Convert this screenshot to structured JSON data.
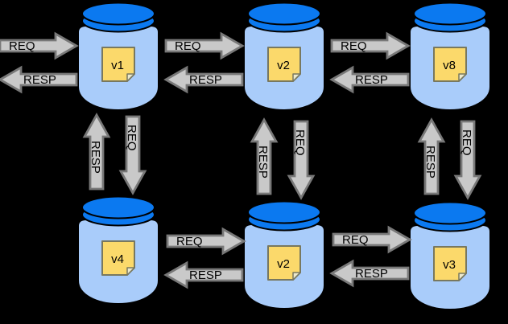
{
  "colors": {
    "background": "#000000",
    "jar_body": "#A9CCFA",
    "jar_lid": "#0B79F0",
    "note_fill": "#FBD96B",
    "note_border": "#78785F",
    "arrow_fill": "#C9C9C9",
    "arrow_border": "#787878",
    "label_text": "#000000"
  },
  "nodes": [
    {
      "id": "v1-top",
      "label": "v1"
    },
    {
      "id": "v2-top",
      "label": "v2"
    },
    {
      "id": "v8-top",
      "label": "v8"
    },
    {
      "id": "v4-bottom",
      "label": "v4"
    },
    {
      "id": "v2-bottom",
      "label": "v2"
    },
    {
      "id": "v3-bottom",
      "label": "v3"
    }
  ],
  "edges": [
    {
      "id": "client-to-v1-req",
      "label": "REQ",
      "direction": "right"
    },
    {
      "id": "v1-to-client-resp",
      "label": "RESP",
      "direction": "left"
    },
    {
      "id": "v1-to-v2-req",
      "label": "REQ",
      "direction": "right"
    },
    {
      "id": "v2-to-v1-resp",
      "label": "RESP",
      "direction": "left"
    },
    {
      "id": "v2-to-v8-req",
      "label": "REQ",
      "direction": "right"
    },
    {
      "id": "v8-to-v2-resp",
      "label": "RESP",
      "direction": "left"
    },
    {
      "id": "v4-to-v1-resp",
      "label": "RESP",
      "direction": "up"
    },
    {
      "id": "v1-to-v4-req",
      "label": "REQ",
      "direction": "down"
    },
    {
      "id": "v2b-to-v2-resp",
      "label": "RESP",
      "direction": "up"
    },
    {
      "id": "v2-to-v2b-req",
      "label": "REQ",
      "direction": "down"
    },
    {
      "id": "v3-to-v8-resp",
      "label": "RESP",
      "direction": "up"
    },
    {
      "id": "v8-to-v3-req",
      "label": "REQ",
      "direction": "down"
    },
    {
      "id": "v4-to-v2b-req",
      "label": "REQ",
      "direction": "right"
    },
    {
      "id": "v2b-to-v4-resp",
      "label": "RESP",
      "direction": "left"
    },
    {
      "id": "v2b-to-v3-req",
      "label": "REQ",
      "direction": "right"
    },
    {
      "id": "v3-to-v2b-resp",
      "label": "RESP",
      "direction": "left"
    }
  ]
}
